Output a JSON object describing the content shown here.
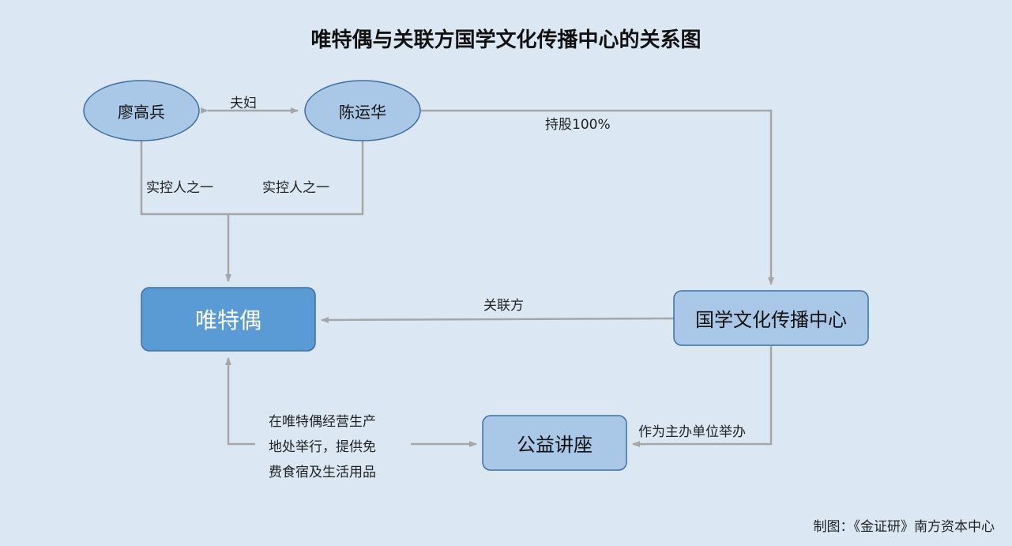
{
  "title": "唯特偶与关联方国学文化传播中心的关系图",
  "nodes": {
    "liao": "廖高兵",
    "chen": "陈运华",
    "wtk": "唯特偶",
    "center": "国学文化传播中心",
    "lecture": "公益讲座"
  },
  "edges": {
    "couple": "夫妇",
    "stake": "持股100%",
    "controller_left": "实控人之一",
    "controller_right": "实控人之一",
    "related": "关联方",
    "organizer": "作为主办单位举办",
    "venue_lines": [
      "在唯特偶经营生产",
      "地处举行，提供免",
      "费食宿及生活用品"
    ]
  },
  "footer": "制图：《金证研》南方资本中心",
  "colors": {
    "background": "#dbe8f4",
    "light_node": "#a9c8e8",
    "dark_node": "#5b9bd5",
    "node_border": "#3f6f9f",
    "connector": "#a6a6a6"
  }
}
